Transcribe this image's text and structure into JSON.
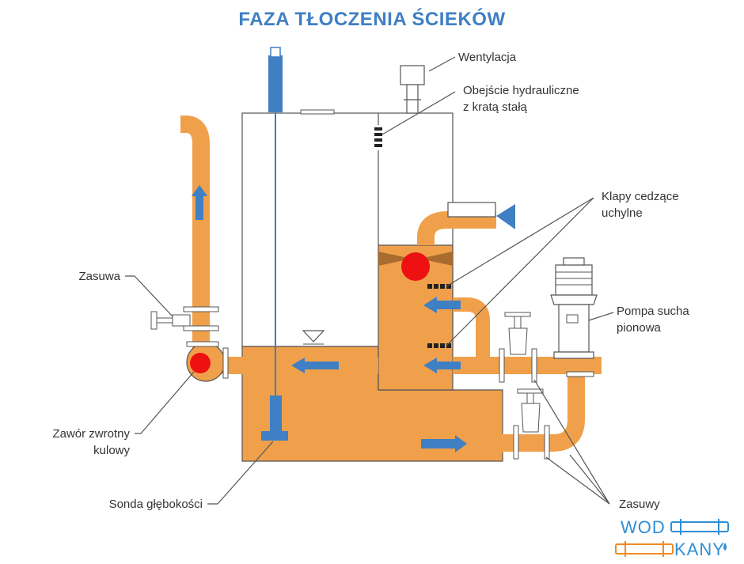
{
  "title": "FAZA TŁOCZENIA ŚCIEKÓW",
  "labels": {
    "wentylacja": "Wentylacja",
    "obejscie_line1": "Obejście hydrauliczne",
    "obejscie_line2": "z kratą stałą",
    "klapy_line1": "Klapy cedzące",
    "klapy_line2": "uchylne",
    "pompa_line1": "Pompa sucha",
    "pompa_line2": "pionowa",
    "zasuwy": "Zasuwy",
    "zasuwa": "Zasuwa",
    "zawor_line1": "Zawór zwrotny",
    "zawor_line2": "kulowy",
    "sonda": "Sonda głębokości"
  },
  "logo": {
    "part1": "WOD",
    "part2": "KANY"
  },
  "colors": {
    "title": "#3f7fc4",
    "sewage": "#f0a04b",
    "arrow": "#3f7fc4",
    "ball": "#ee1111",
    "outline": "#555555",
    "logo_blue": "#2f8fd6",
    "logo_orange": "#f08a24"
  }
}
